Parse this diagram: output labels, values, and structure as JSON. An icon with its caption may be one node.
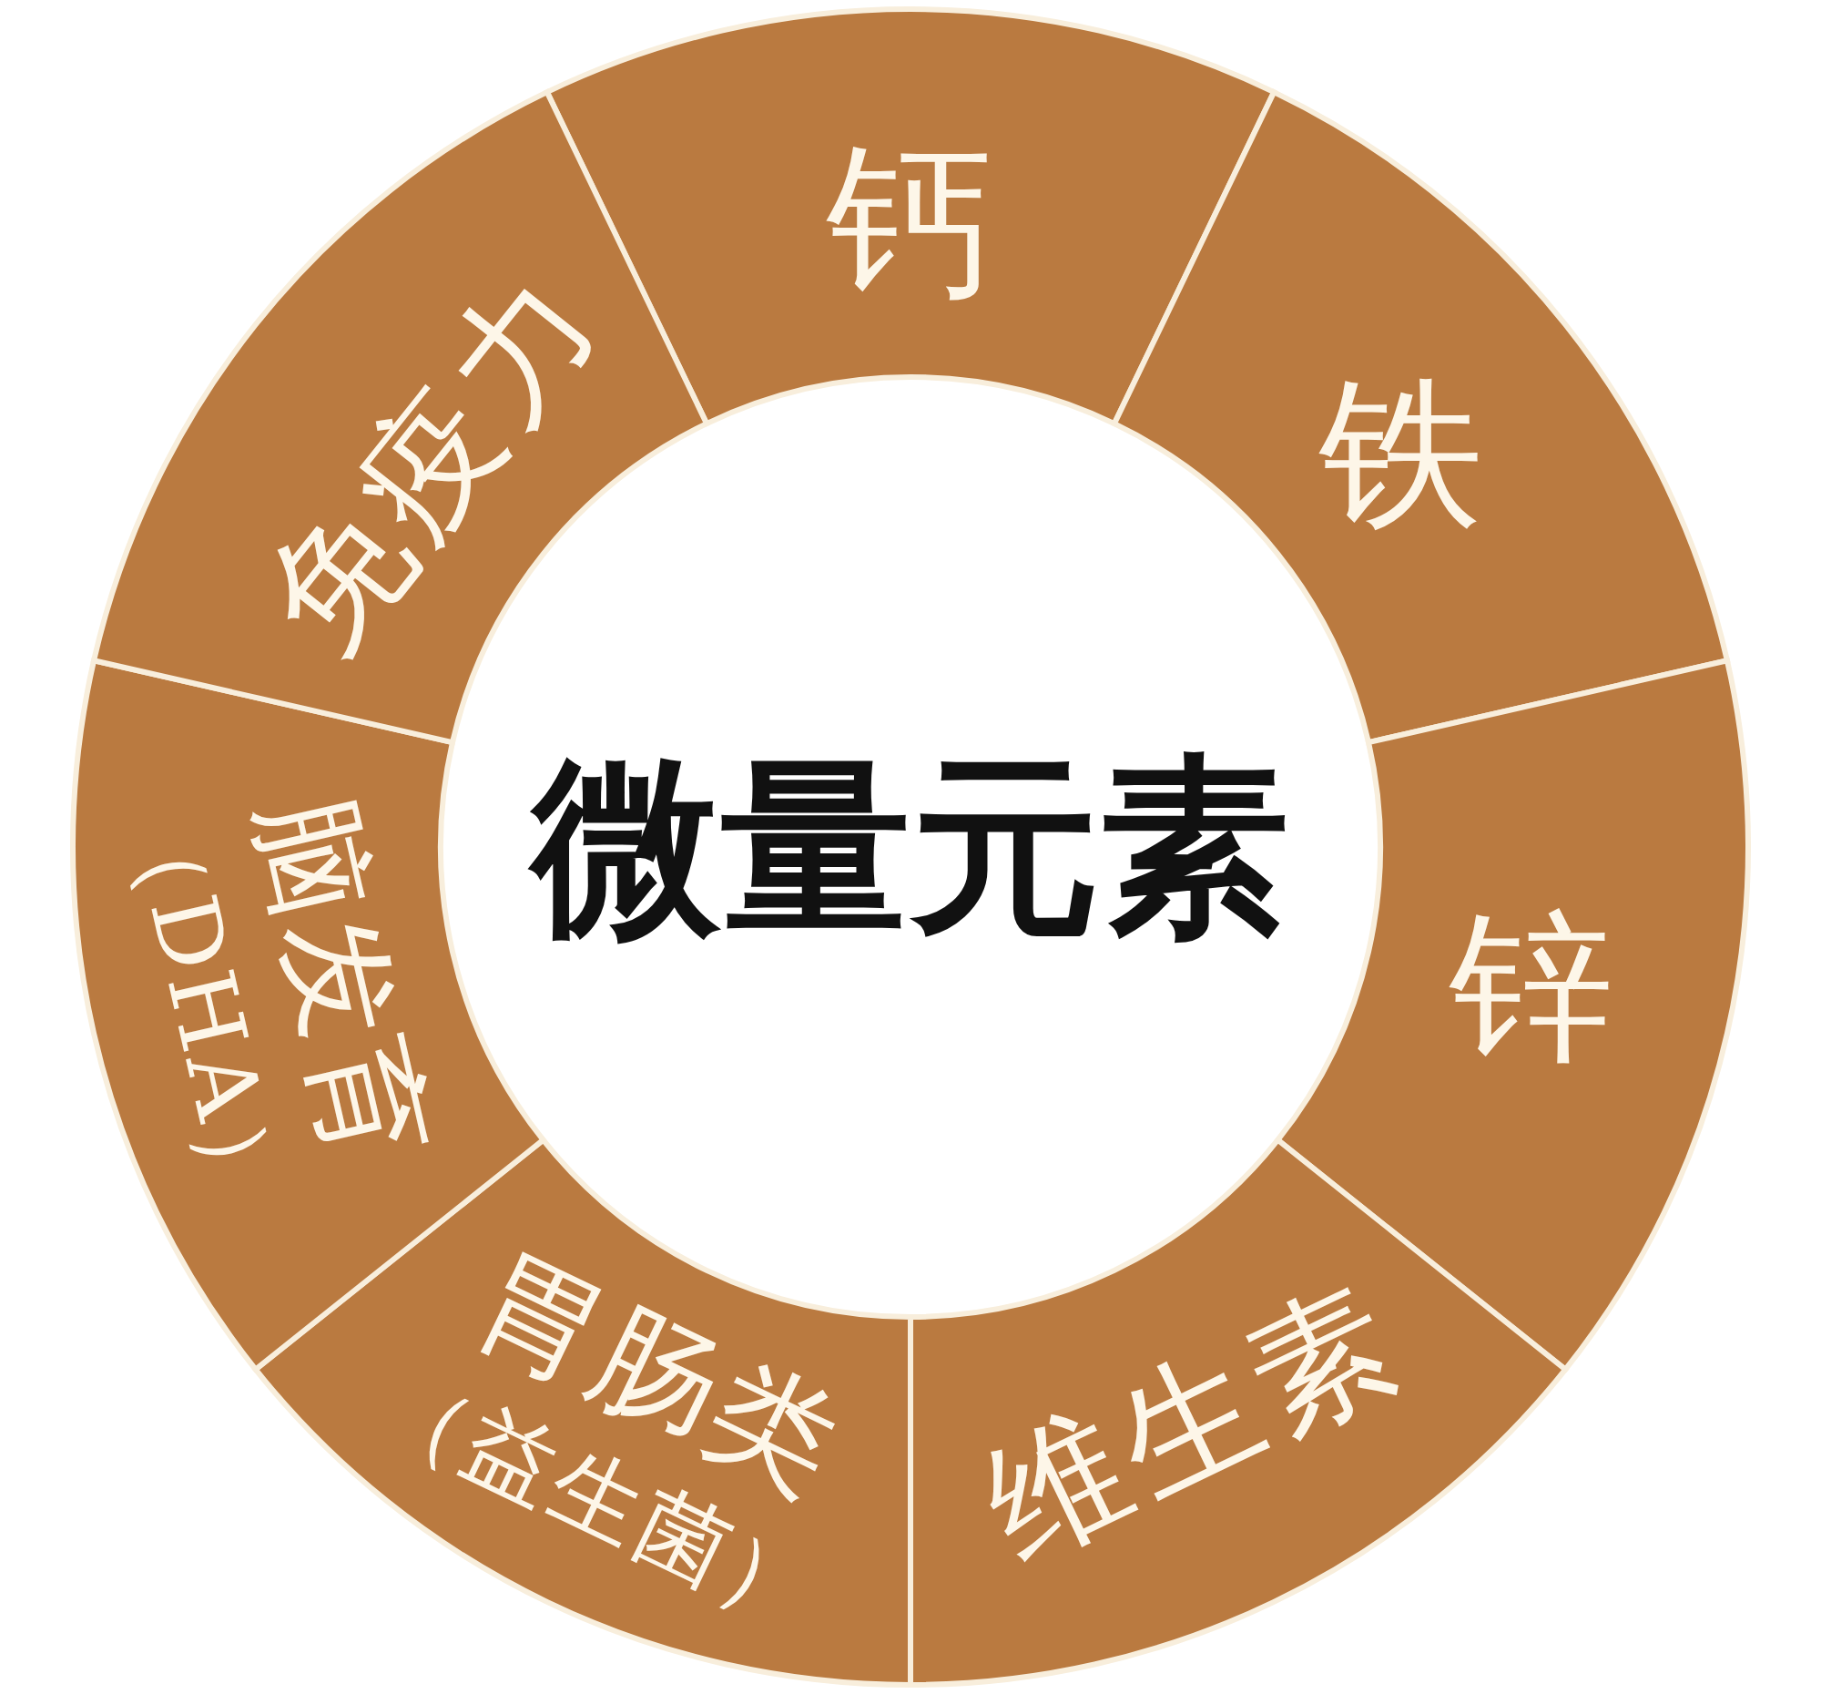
{
  "diagram": {
    "nodes": [
      {
        "text": [
          "微量元素"
        ]
      },
      {
        "text": [
          "钙"
        ]
      },
      {
        "text": [
          "铁"
        ]
      },
      {
        "text": [
          "锌"
        ]
      },
      {
        "text": [
          "维生素"
        ]
      },
      {
        "text": [
          "胃肠类",
          "（益生菌）"
        ]
      },
      {
        "text": [
          "脑发育",
          "（DHA）"
        ]
      },
      {
        "text": [
          "免疫力"
        ]
      }
    ]
  }
}
